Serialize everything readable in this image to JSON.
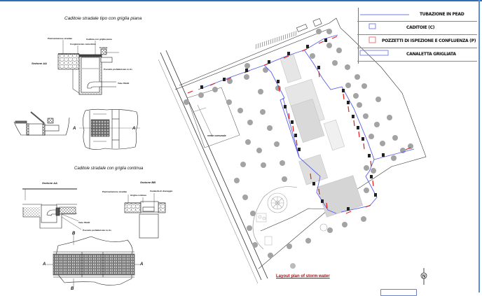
{
  "drawing": {
    "title_top": "Caditoie stradale tipo con griglia piana",
    "title_middle": "Caditoie stradale con griglia continua",
    "sections": {
      "section_aa_top": "Sezione AA",
      "section_aa_bottom": "Sezione AA",
      "section_bb": "Sezione BB"
    },
    "annotations": {
      "pavimentazione_stradale": "Pavimentazione stradale",
      "conglomerato": "Conglomerato cementizio",
      "caditoia_griglia": "Caditoia con griglia piana",
      "cordolo": "Cordolo",
      "pozzetto_top": "Pozzetto prefabbricato in cls",
      "tubo_pead_top": "Tubo PEAD",
      "tubo_pead_bottom": "Tubo PEAD",
      "pozzetto_bottom": "Pozzetto prefabbricato in cls",
      "pav_stradale_bb": "Pavimentazione stradale",
      "griglia_continua": "Griglia continua",
      "canaletta_drenaggio": "Canaletta di drenaggio"
    },
    "section_markers": {
      "a_left": "A",
      "a_right": "A",
      "a_left_2": "A",
      "a_right_2": "A",
      "b_top": "B",
      "b_bottom": "B"
    }
  },
  "plan": {
    "site_label": "verde comunale",
    "caption": "Layout plan of  storm water",
    "compass_label": "N"
  },
  "legend": {
    "items": [
      {
        "symbol": "line",
        "color": "#6f7be0",
        "label": "TUBAZIONE IN PEAD"
      },
      {
        "symbol": "square",
        "color": "#6f7be0",
        "label": "CADITOIE (C)"
      },
      {
        "symbol": "square",
        "color": "#e07070",
        "label": "POZZETTI DI ISPEZIONE E CONFLUENZA (P)"
      },
      {
        "symbol": "rect",
        "color": "#6f7be0",
        "label": "CANALETTA GRIGLIATA"
      }
    ]
  },
  "colors": {
    "frame": "#2f6db5",
    "pipe": "#5a5ee8",
    "manhole": "#e02020",
    "tree": "#9a9a9a",
    "building": "#d0d0d0",
    "caption": "#a01010"
  }
}
